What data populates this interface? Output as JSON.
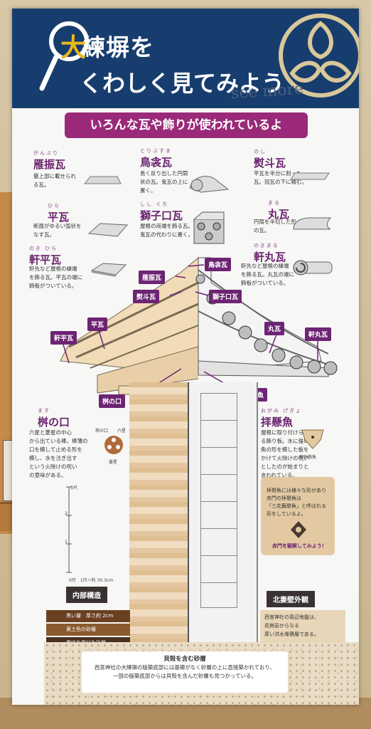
{
  "header": {
    "title_char": "大",
    "title_line1": "練塀を",
    "title_line2": "くわしく見てみよう",
    "see_more": "see more"
  },
  "banner": "いろんな瓦や飾りが使われているよ",
  "tiles": {
    "ganburi": {
      "ruby": "がんぶり",
      "name": "雁振瓦",
      "desc": [
        "最上部に載せられ",
        "る瓦。"
      ]
    },
    "torifusuma": {
      "ruby": "とりぶすま",
      "name": "鳥衾瓦",
      "desc": [
        "長く反り出した円筒",
        "状の瓦。鬼瓦の上に",
        "置く。"
      ]
    },
    "noshi": {
      "ruby": "のし",
      "name": "熨斗瓦",
      "desc": [
        "平瓦を半分に割った",
        "瓦。冠瓦の下に積む。"
      ]
    },
    "hira": {
      "ruby": "ひら",
      "name": "平瓦",
      "desc": [
        "断面がゆるい弧状を",
        "なす瓦。"
      ]
    },
    "shishiguchi": {
      "ruby": "しし ぐち",
      "name": "獅子口瓦",
      "desc": [
        "屋根の両端を飾る瓦。",
        "鬼瓦の代わりに置く。"
      ]
    },
    "maru": {
      "ruby": "まる",
      "name": "丸瓦",
      "desc": [
        "円筒を半切した形",
        "の瓦。"
      ]
    },
    "nokihira": {
      "ruby": "のき ひら",
      "name": "軒平瓦",
      "desc": [
        "軒先など屋根の縁端",
        "を飾る瓦。平瓦の端に",
        "飾板がついている。"
      ]
    },
    "nokimaru": {
      "ruby": "のきまる",
      "name": "軒丸瓦",
      "desc": [
        "軒先など屋根の縁端",
        "を飾る瓦。丸瓦の端に",
        "飾板がついている。"
      ]
    }
  },
  "diagram_tags": {
    "torifusuma": "鳥衾瓦",
    "ganburi": "雁振瓦",
    "noshi": "熨斗瓦",
    "shishiguchi": "獅子口瓦",
    "hira": "平瓦",
    "nokihira": "軒平瓦",
    "maru": "丸瓦",
    "nokimaru": "軒丸瓦",
    "masunokuchi": "桝の口",
    "gegyo": "拝懸魚"
  },
  "masunokuchi": {
    "ruby": "ます",
    "name": "桝の口",
    "desc": [
      "六星と菱星の中心",
      "から出ている棒。棒薄の",
      "口を模して止める形を",
      "模し、水を注ぎ出す",
      "という火除けの呪い",
      "の意味がある。"
    ],
    "icon_labels": [
      "桝の口",
      "六星",
      "菱星"
    ]
  },
  "gegyo": {
    "ruby": "おがみ げぎょ",
    "name": "拝懸魚",
    "desc": [
      "屋根に取り付けられ",
      "る飾り板。水に強い",
      "魚の形を模した板を",
      "かけて火除けの呪い",
      "としたのが始まりと",
      "言われている。"
    ],
    "icon_label": "梅鉢懸魚",
    "info": [
      "拝懸魚には様々な形があり",
      "赤門の拝懸魚は",
      "「三花蕪懸魚」と呼ばれる",
      "形をしているよ。"
    ],
    "info_question": "赤門を観察してみよう！"
  },
  "scale": {
    "ticks": [
      "3",
      "2",
      "1",
      "0"
    ],
    "unit_top": "3尺",
    "caption": "0尺　1尺＝約 30.3cm"
  },
  "legend": {
    "left_title": "内部構造",
    "right_title": "北妻壁外観",
    "layers": [
      "黒い層　厚さ約 2cm",
      "黄土色の砂層",
      "黒味を帯びた砂層"
    ],
    "right_note": [
      "西宮神社の周辺地盤は、",
      "花崗岩からなる",
      "厚い洪水堆積層である。"
    ]
  },
  "sand_note": {
    "title": "貝殻を含む砂層",
    "lines": [
      "西宮神社の大練塀の版築底部には基礎がなく砂層の上に直接築かれており、",
      "一部の版築底部からは貝殻を含んだ砂層も見つかっている。"
    ]
  },
  "colors": {
    "header": "#173d6e",
    "accent": "#9a2a79",
    "tag": "#6d2474",
    "gold": "#e6b91e"
  }
}
